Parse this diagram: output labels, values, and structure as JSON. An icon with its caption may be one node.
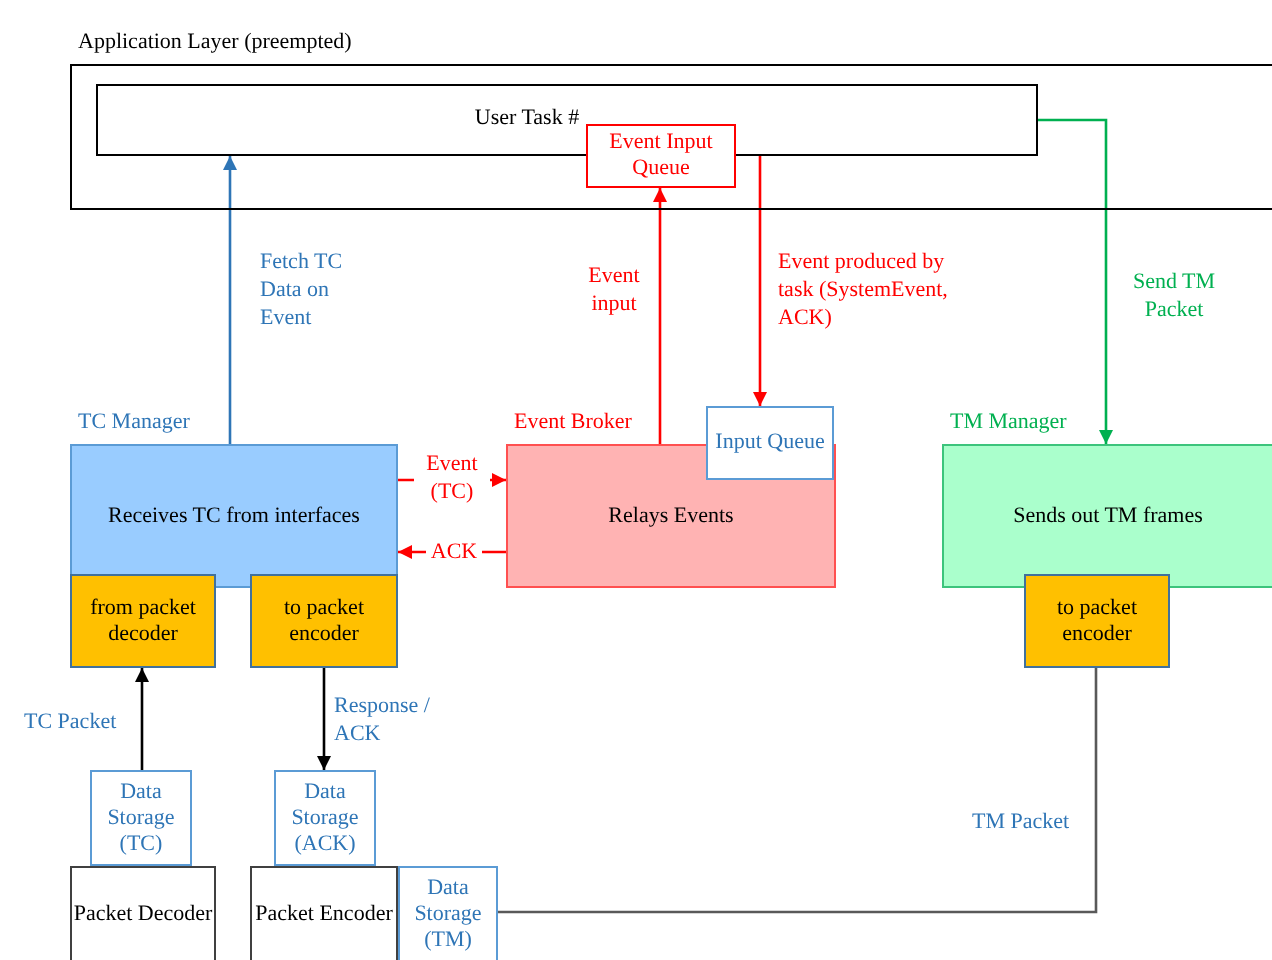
{
  "diagram": {
    "nodes": [
      {
        "text": [
          "Application Layer (preempted)"
        ]
      },
      {
        "text": [
          "User Task #"
        ],
        "in": 0
      },
      {
        "text": [
          "Event Input Queue"
        ],
        "in": 0
      },
      {
        "text": [
          "TC Manager",
          "Receives TC from interfaces"
        ]
      },
      {
        "text": [
          "from packet decoder"
        ]
      },
      {
        "text": [
          "to packet encoder"
        ]
      },
      {
        "text": [
          "Event Broker",
          "Relays Events"
        ]
      },
      {
        "text": [
          "Input Queue"
        ]
      },
      {
        "text": [
          "TM Manager",
          "Sends out TM frames"
        ]
      },
      {
        "text": [
          "to packet encoder"
        ]
      },
      {
        "text": [
          "Data Storage (TC)"
        ]
      },
      {
        "text": [
          "Packet Decoder"
        ]
      },
      {
        "text": [
          "Data Storage (ACK)"
        ]
      },
      {
        "text": [
          "Packet Encoder"
        ]
      },
      {
        "text": [
          "Data Storage (TM)"
        ]
      }
    ],
    "edges": [
      {
        "from": 3,
        "to": 1,
        "arrow": "to",
        "label": "Fetch TC Data on Event",
        "color": "#2e75b6"
      },
      {
        "from": 6,
        "to": 2,
        "arrow": "to",
        "label": "Event input",
        "color": "#ff0000"
      },
      {
        "from": 1,
        "to": 7,
        "arrow": "to",
        "label": "Event produced by task (SystemEvent, ACK)",
        "color": "#ff0000"
      },
      {
        "from": 1,
        "to": 8,
        "arrow": "to",
        "label": "Send TM Packet",
        "color": "#00b050"
      },
      {
        "from": 3,
        "to": 6,
        "arrow": "to",
        "label": "Event (TC)",
        "color": "#ff0000"
      },
      {
        "from": 6,
        "to": 3,
        "arrow": "to",
        "label": "ACK",
        "color": "#ff0000"
      },
      {
        "from": 10,
        "to": 4,
        "arrow": "to",
        "label": "TC Packet",
        "color": "#000000"
      },
      {
        "from": 5,
        "to": 12,
        "arrow": "to",
        "label": "Response / ACK",
        "color": "#000000"
      },
      {
        "from": 9,
        "to": 14,
        "arrow": "none",
        "label": "TM Packet",
        "color": "#595959"
      }
    ]
  }
}
